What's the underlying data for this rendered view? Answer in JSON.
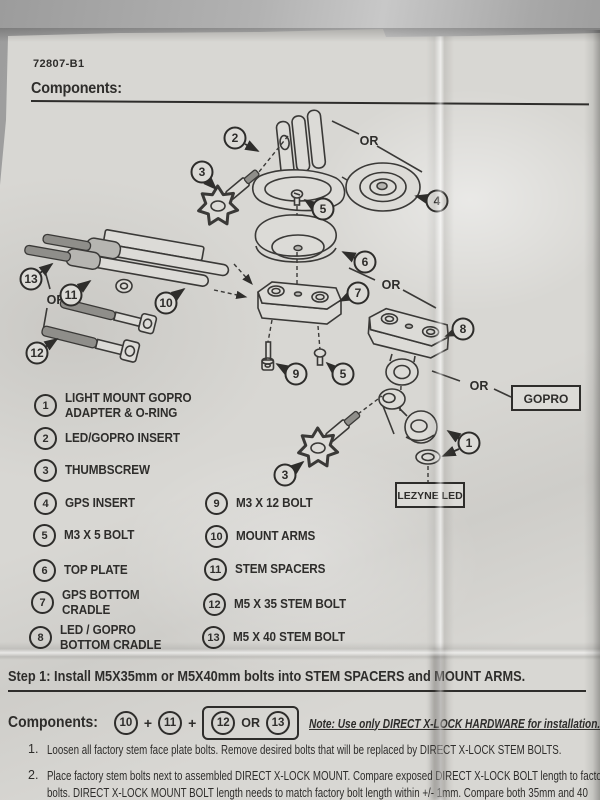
{
  "colors": {
    "paper": "#d8d7d3",
    "ink": "#2e2d2b",
    "background": "#a8a8a8"
  },
  "header": {
    "part_number": "72807-B1",
    "components_heading": "Components:"
  },
  "diagram": {
    "or": "OR",
    "gopro_box": "GOPRO",
    "lezyne_led_box": "LEZYNE LED",
    "callouts": {
      "n1": "1",
      "n2": "2",
      "n3": "3",
      "n4": "4",
      "n5": "5",
      "n6": "6",
      "n7": "7",
      "n8": "8",
      "n9": "9",
      "n10": "10",
      "n11": "11",
      "n12": "12",
      "n13": "13"
    }
  },
  "parts_list": {
    "items": [
      {
        "num": "1",
        "lines": [
          "LIGHT MOUNT GOPRO",
          "ADAPTER & O-RING"
        ]
      },
      {
        "num": "2",
        "lines": [
          "LED/GOPRO INSERT"
        ]
      },
      {
        "num": "3",
        "lines": [
          "THUMBSCREW"
        ]
      },
      {
        "num": "4",
        "lines": [
          "GPS INSERT"
        ]
      },
      {
        "num": "5",
        "lines": [
          "M3 X 5 BOLT"
        ]
      },
      {
        "num": "6",
        "lines": [
          "TOP PLATE"
        ]
      },
      {
        "num": "7",
        "lines": [
          "GPS BOTTOM",
          "CRADLE"
        ]
      },
      {
        "num": "8",
        "lines": [
          "LED / GOPRO",
          "BOTTOM CRADLE"
        ]
      },
      {
        "num": "9",
        "lines": [
          "M3 X 12 BOLT"
        ]
      },
      {
        "num": "10",
        "lines": [
          "MOUNT ARMS"
        ]
      },
      {
        "num": "11",
        "lines": [
          "STEM SPACERS"
        ]
      },
      {
        "num": "12",
        "lines": [
          "M5 X 35 STEM BOLT"
        ]
      },
      {
        "num": "13",
        "lines": [
          "M5 X 40 STEM BOLT"
        ]
      }
    ]
  },
  "step1": {
    "label": "Step 1:",
    "title": " Install M5X35mm or M5X40mm bolts into STEM SPACERS and MOUNT ARMS.",
    "components_label": "Components:",
    "c10": "10",
    "c11": "11",
    "c12": "12",
    "c13": "13",
    "plus": "+",
    "or": "OR",
    "note": "Note: Use only DIRECT X-LOCK HARDWARE for installation.",
    "instructions": [
      {
        "num": "1.",
        "lines": [
          "Loosen all factory stem face plate bolts. Remove desired bolts that will be replaced by DIRECT X-LOCK STEM BOLTS."
        ]
      },
      {
        "num": "2.",
        "lines": [
          "Place factory stem bolts next to assembled DIRECT X-LOCK MOUNT. Compare exposed DIRECT X-LOCK BOLT length to factory",
          "bolts.  DIRECT X-LOCK MOUNT BOLT length needs to match factory bolt length within +/- 1mm.  Compare both 35mm and 40"
        ]
      }
    ]
  }
}
